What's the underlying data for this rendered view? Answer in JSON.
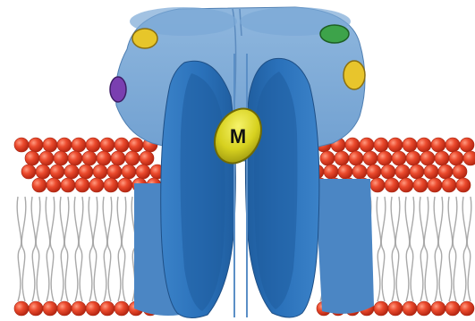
{
  "figure": {
    "molecule_label": "M",
    "colors": {
      "background": "#ffffff",
      "channel_outer": "#6f9fd0",
      "channel_inner": "#2f74bd",
      "channel_dark": "#1f5d9e",
      "lipid_head": "#e9442a",
      "lipid_head_highlight": "#ff8a6e",
      "lipid_tail": "#a9a9a9",
      "molecule_fill": "#d7d11f",
      "site_colors": [
        "#e7c62a",
        "#3da34a",
        "#e8c52c",
        "#7a3fb0"
      ]
    },
    "icons": [
      "lipid-bilayer",
      "ion-channel",
      "binding-site",
      "molecule"
    ]
  }
}
